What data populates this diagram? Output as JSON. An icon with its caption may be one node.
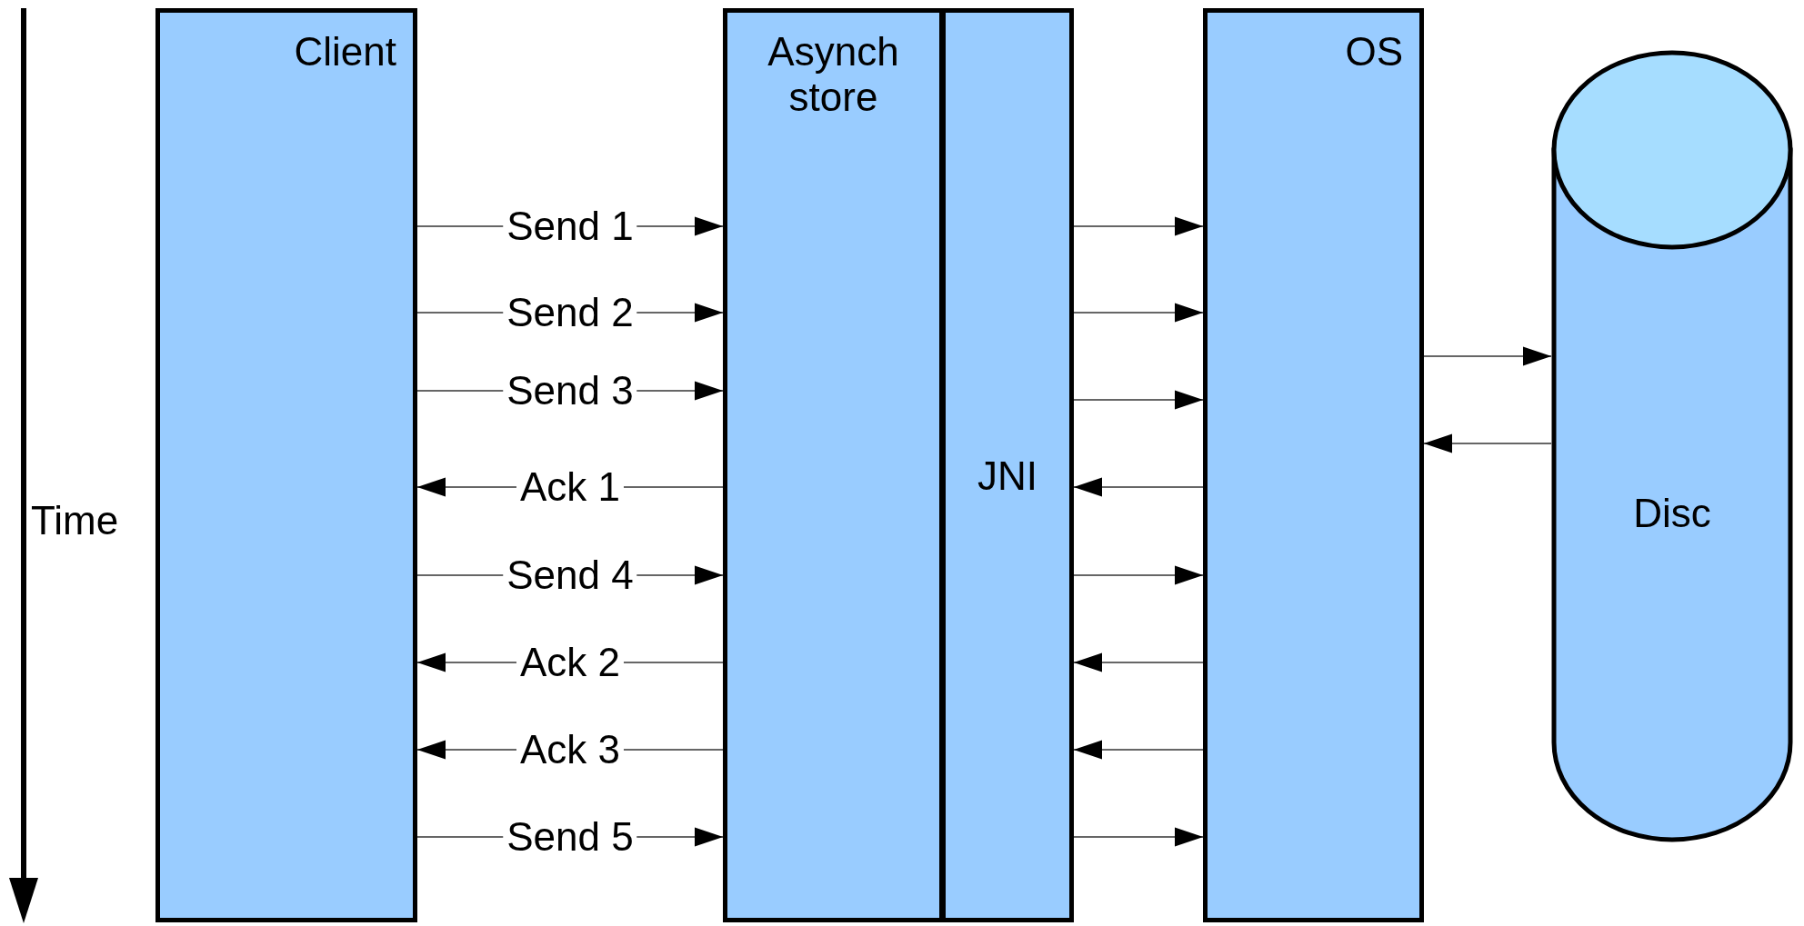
{
  "diagram": {
    "nodes": [
      {
        "text": [
          "Client"
        ]
      },
      {
        "text": [
          "Asynch store"
        ]
      },
      {
        "text": [
          "JNI"
        ]
      },
      {
        "text": [
          "OS"
        ]
      },
      {
        "text": [
          "Disc"
        ]
      }
    ],
    "edges": [
      {
        "from": 0,
        "to": 1,
        "arrow": "to",
        "label": "Send 1"
      },
      {
        "from": 2,
        "to": 3,
        "arrow": "to"
      },
      {
        "from": 0,
        "to": 1,
        "arrow": "to",
        "label": "Send 2"
      },
      {
        "from": 2,
        "to": 3,
        "arrow": "to"
      },
      {
        "from": 3,
        "to": 4,
        "arrow": "to"
      },
      {
        "from": 0,
        "to": 1,
        "arrow": "to",
        "label": "Send 3"
      },
      {
        "from": 2,
        "to": 3,
        "arrow": "to"
      },
      {
        "from": 4,
        "to": 3,
        "arrow": "to"
      },
      {
        "from": 1,
        "to": 0,
        "arrow": "to",
        "label": "Ack 1"
      },
      {
        "from": 3,
        "to": 2,
        "arrow": "to"
      },
      {
        "from": 0,
        "to": 1,
        "arrow": "to",
        "label": "Send 4"
      },
      {
        "from": 2,
        "to": 3,
        "arrow": "to"
      },
      {
        "from": 1,
        "to": 0,
        "arrow": "to",
        "label": "Ack 2"
      },
      {
        "from": 3,
        "to": 2,
        "arrow": "to"
      },
      {
        "from": 1,
        "to": 0,
        "arrow": "to",
        "label": "Ack 3"
      },
      {
        "from": 3,
        "to": 2,
        "arrow": "to"
      },
      {
        "from": 0,
        "to": 1,
        "arrow": "to",
        "label": "Send 5"
      },
      {
        "from": 2,
        "to": 3,
        "arrow": "to"
      }
    ],
    "labels": [
      "Time"
    ]
  }
}
